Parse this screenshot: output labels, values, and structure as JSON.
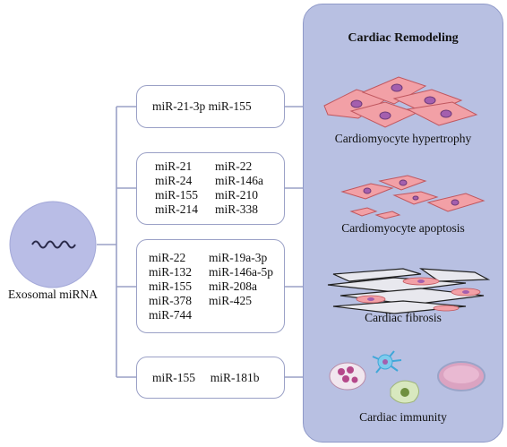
{
  "panel": {
    "title": "Cardiac Remodeling"
  },
  "source": {
    "label": "Exosomal miRNA",
    "icon": "rna-wave-icon"
  },
  "groups": [
    {
      "mirnas": [
        "miR-21-3p",
        "miR-155"
      ],
      "category": "Cardiomyocyte hypertrophy",
      "icon": "hypertrophic-cardiomyocytes-icon"
    },
    {
      "mirnas": [
        "miR-21",
        "miR-22",
        "miR-24",
        "miR-146a",
        "miR-155",
        "miR-210",
        "miR-214",
        "miR-338"
      ],
      "category": "Cardiomyocyte apoptosis",
      "icon": "apoptotic-cardiomyocytes-icon"
    },
    {
      "mirnas": [
        "miR-22",
        "miR-19a-3p",
        "miR-132",
        "miR-146a-5p",
        "miR-155",
        "miR-208a",
        "miR-378",
        "miR-425",
        "miR-744"
      ],
      "category": "Cardiac fibrosis",
      "icon": "fibrotic-tissue-icon"
    },
    {
      "mirnas": [
        "miR-155",
        "miR-181b"
      ],
      "category": "Cardiac immunity",
      "icon": "immune-cells-icon"
    }
  ],
  "colors": {
    "panel": "#b8c0e2",
    "connector": "#9aa0c6",
    "source_circle": "#b9bde6",
    "cell": "#f2a0a6",
    "nucleus": "#a45fae"
  }
}
